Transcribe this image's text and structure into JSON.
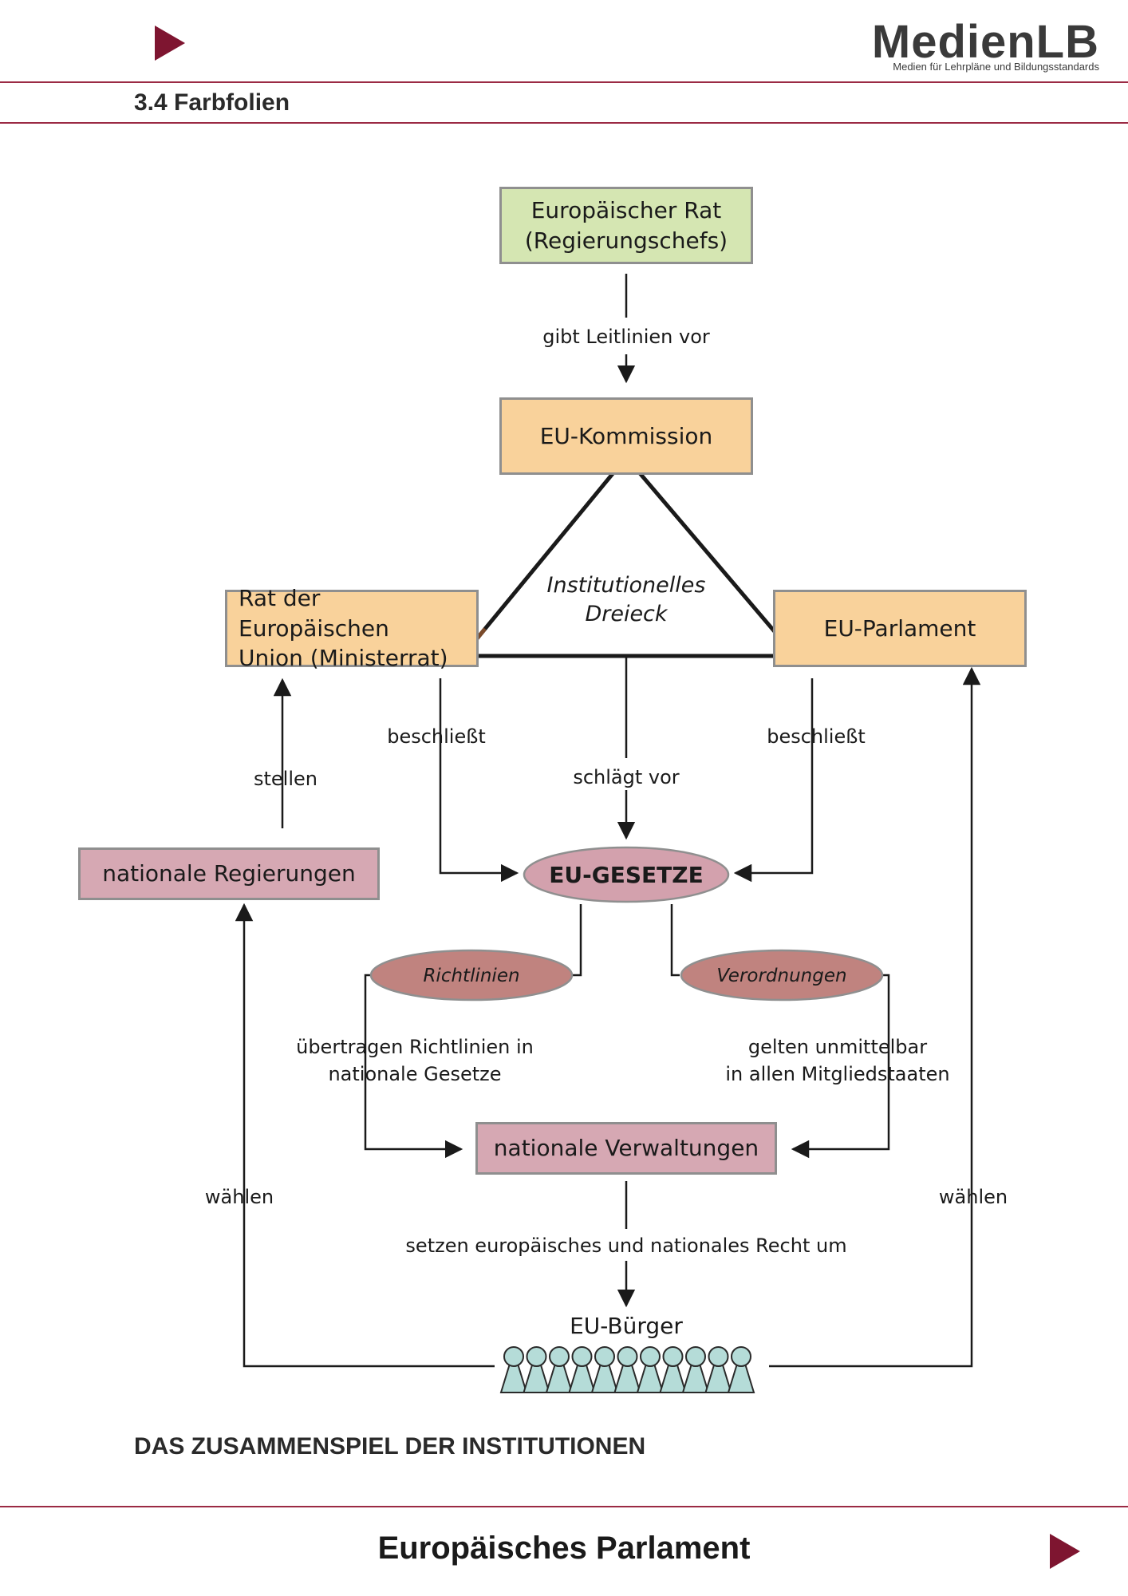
{
  "header": {
    "brand_name": "MedienLB",
    "brand_tagline": "Medien für Lehrpläne und Bildungsstandards",
    "section_title": "3.4 Farbfolien"
  },
  "diagram": {
    "nodes": {
      "european_council_line1": "Europäischer Rat",
      "european_council_line2": "(Regierungschefs)",
      "eu_commission": "EU-Kommission",
      "council_eu_line1": "Rat der Europäischen",
      "council_eu_line2": "Union (Ministerrat)",
      "eu_parliament": "EU-Parlament",
      "national_governments": "nationale Regierungen",
      "eu_laws": "EU-GESETZE",
      "directives": "Richtlinien",
      "regulations": "Verordnungen",
      "national_administrations": "nationale Verwaltungen",
      "eu_citizens": "EU-Bürger"
    },
    "triangle_label_line1": "Institutionelles",
    "triangle_label_line2": "Dreieck",
    "edges": {
      "gives_guidelines": "gibt Leitlinien vor",
      "decides_left": "beschließt",
      "proposes": "schlägt vor",
      "decides_right": "beschließt",
      "appoint": "stellen",
      "transpose_line1": "übertragen Richtlinien in",
      "transpose_line2": "nationale Gesetze",
      "apply_line1": "gelten unmittelbar",
      "apply_line2": "in allen Mitgliedstaaten",
      "implement": "setzen europäisches und nationales Recht um",
      "elect_left": "wählen",
      "elect_right": "wählen"
    },
    "citizen_figure_count": 11,
    "colors": {
      "green_box": "#d5e6b2",
      "orange_box": "#f9d29b",
      "rose_box": "#d6a8b3",
      "laws_ellipse": "#d3a1ad",
      "sub_ellipse": "#c0837f",
      "citizen_fill": "#b5dcd8",
      "brand_accent": "#7e1530"
    }
  },
  "caption": "DAS ZUSAMMENSPIEL DER INSTITUTIONEN",
  "footer": {
    "title": "Europäisches Parlament"
  }
}
